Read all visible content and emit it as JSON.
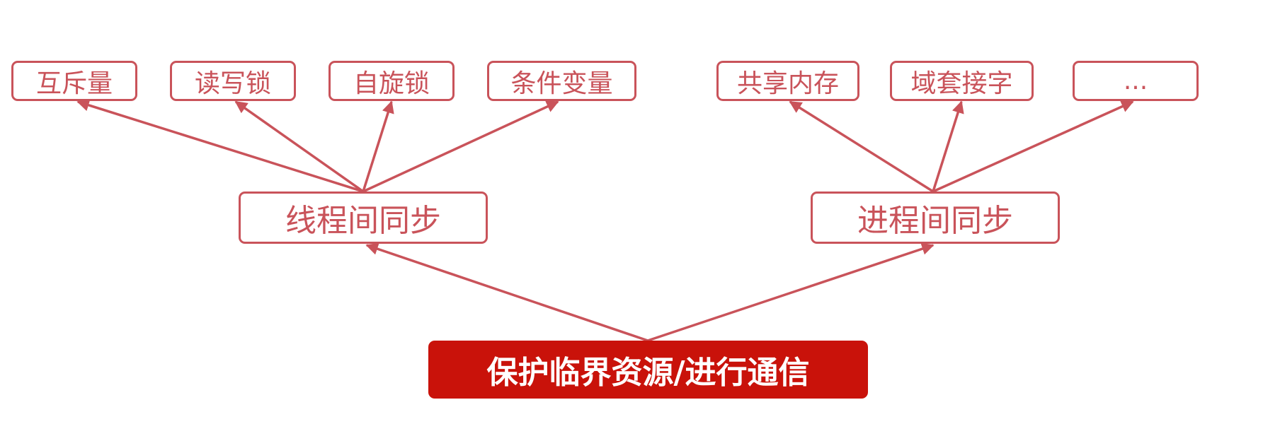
{
  "colors": {
    "stroke": "#c9535a",
    "root_fill": "#c9120a",
    "root_text": "#ffffff"
  },
  "root": {
    "label": "保护临界资源/进行通信"
  },
  "branches": [
    {
      "label": "线程间同步",
      "children": [
        "互斥量",
        "读写锁",
        "自旋锁",
        "条件变量"
      ]
    },
    {
      "label": "进程间同步",
      "children": [
        "共享内存",
        "域套接字",
        "..."
      ]
    }
  ]
}
